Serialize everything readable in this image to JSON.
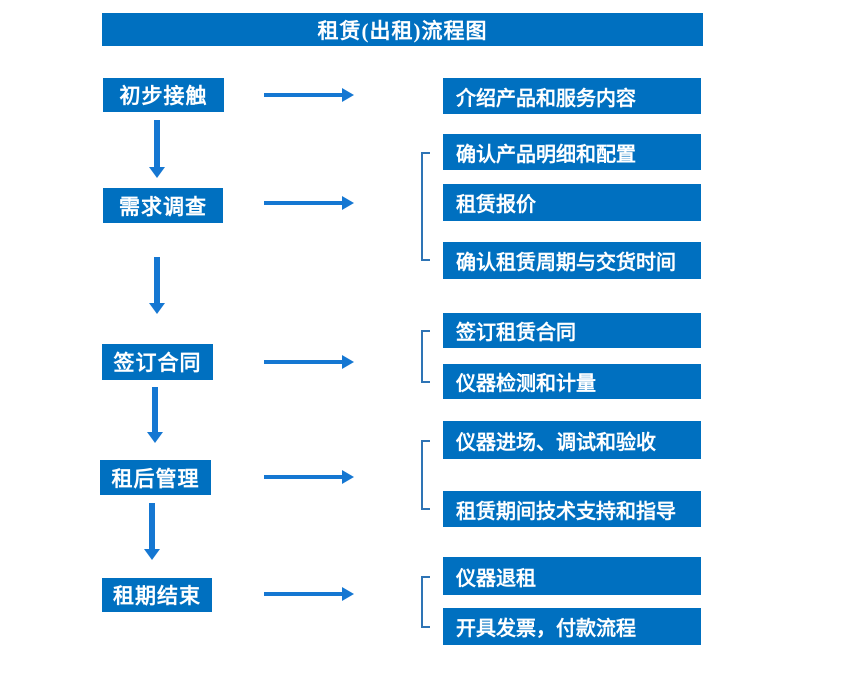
{
  "title": "租赁(出租)流程图",
  "colors": {
    "box_blue": "#0070C0",
    "arrow_blue": "#1577D2",
    "bracket_blue": "#2E74B5",
    "text_white": "#FFFFFF",
    "background": "#FFFFFF"
  },
  "flow": {
    "steps": [
      {
        "label": "初步接触",
        "details": [
          "介绍产品和服务内容"
        ]
      },
      {
        "label": "需求调查",
        "details": [
          "确认产品明细和配置",
          "租赁报价",
          "确认租赁周期与交货时间"
        ]
      },
      {
        "label": "签订合同",
        "details": [
          "签订租赁合同",
          "仪器检测和计量"
        ]
      },
      {
        "label": "租后管理",
        "details": [
          "仪器进场、调试和验收",
          "租赁期间技术支持和指导"
        ]
      },
      {
        "label": "租期结束",
        "details": [
          "仪器退租",
          "开具发票，付款流程"
        ]
      }
    ]
  }
}
